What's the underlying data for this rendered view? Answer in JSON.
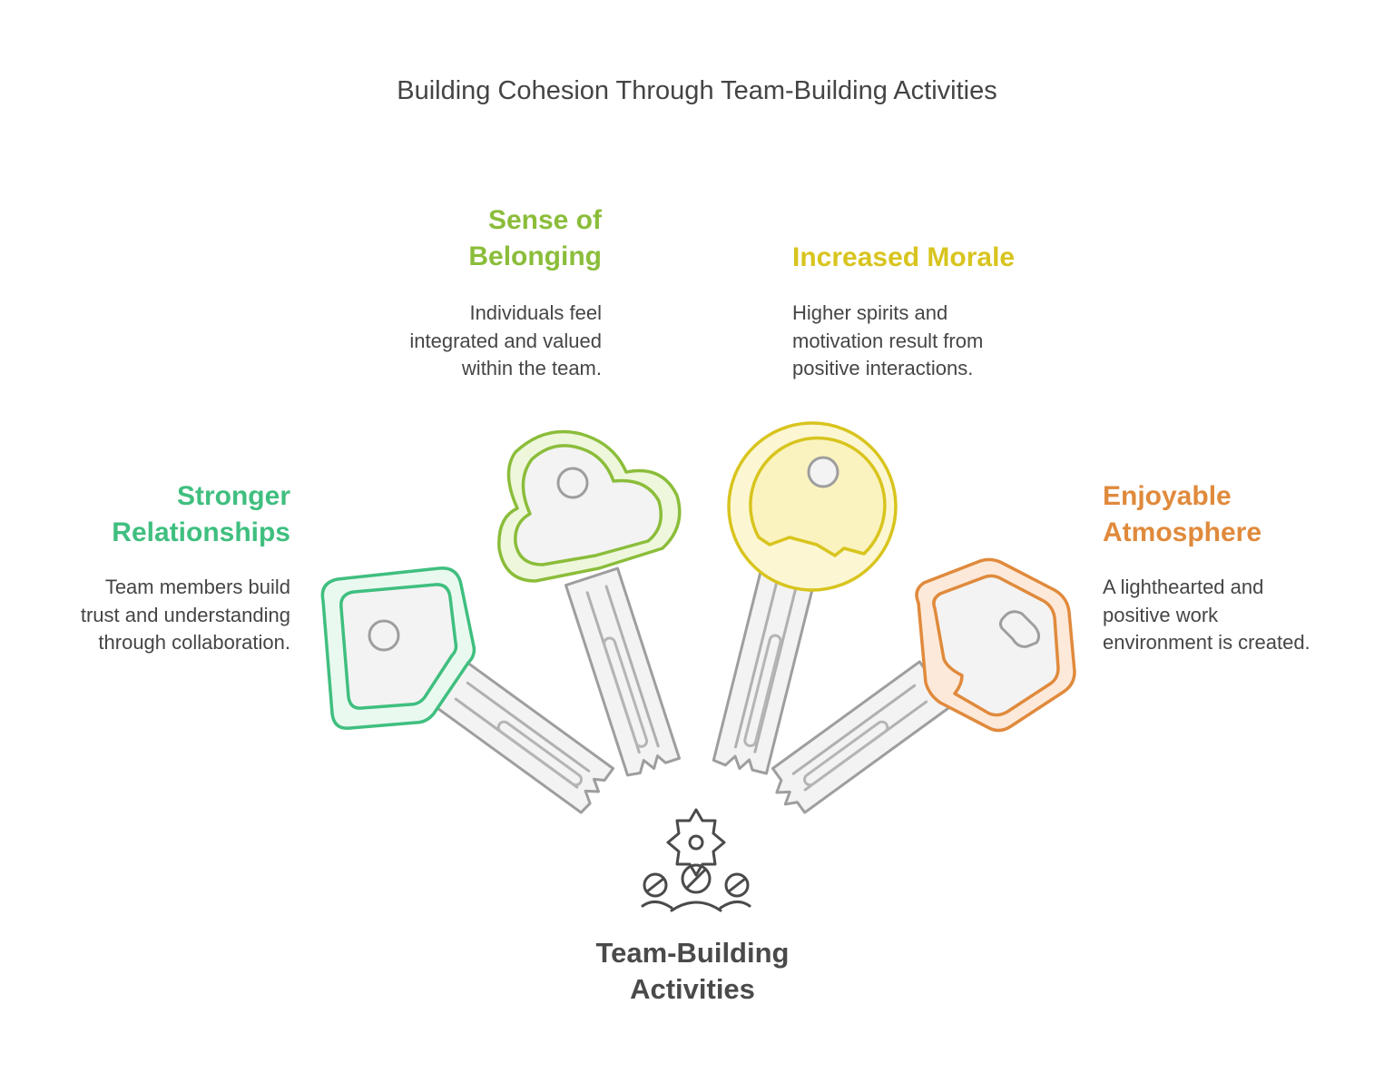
{
  "title": "Building Cohesion Through Team-Building Activities",
  "center": {
    "label": "Team-Building\nActivities",
    "icon": "team-gear-icon"
  },
  "items": [
    {
      "heading": "Stronger\nRelationships",
      "description": "Team members build\ntrust and understanding\nthrough collaboration.",
      "color": "#3fbf7f",
      "fill": "#e6f8ee",
      "icon": "square-key-icon"
    },
    {
      "heading": "Sense of\nBelonging",
      "description": "Individuals feel\nintegrated and valued\nwithin the team.",
      "color": "#8bbd3a",
      "fill": "#eef6dd",
      "icon": "cloud-key-icon"
    },
    {
      "heading": "Increased Morale",
      "description": "Higher spirits and\nmotivation result from\npositive interactions.",
      "color": "#d8c41e",
      "fill": "#fbf6cf",
      "icon": "round-key-icon"
    },
    {
      "heading": "Enjoyable\nAtmosphere",
      "description": "A lighthearted and\npositive work\nenvironment is created.",
      "color": "#e08a3c",
      "fill": "#fde9d9",
      "icon": "hexagon-key-icon"
    }
  ]
}
